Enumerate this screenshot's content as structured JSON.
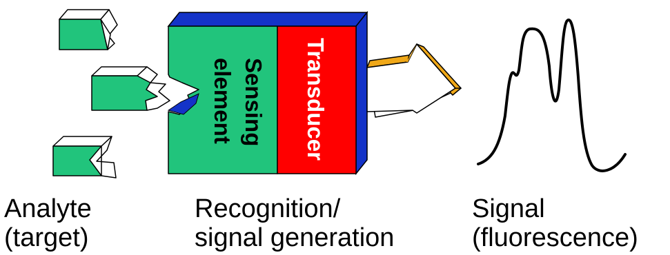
{
  "labels": {
    "sensing_line1": "Sensing",
    "sensing_line2": "element",
    "transducer": "Transducer"
  },
  "captions": {
    "analyte_line1": "Analyte",
    "analyte_line2": "(target)",
    "recognition_line1": "Recognition/",
    "recognition_line2": "signal generation",
    "signal_line1": "Signal",
    "signal_line2": "(fluorescence)"
  },
  "colors": {
    "green": "#21c47c",
    "blue": "#1433c8",
    "red": "#ff0000",
    "orange": "#f0a818",
    "black": "#000000"
  }
}
